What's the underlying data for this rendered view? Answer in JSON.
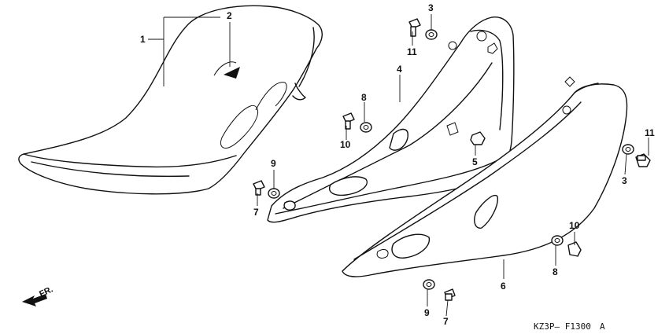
{
  "diagram": {
    "drawing_code": "KZ3P– F1300",
    "drawing_rev": "A",
    "front_marker": "FR.",
    "callouts": [
      "1",
      "2",
      "3",
      "4",
      "5",
      "6",
      "7",
      "8",
      "9",
      "10",
      "11",
      "3",
      "7",
      "8",
      "9",
      "10",
      "11"
    ]
  }
}
